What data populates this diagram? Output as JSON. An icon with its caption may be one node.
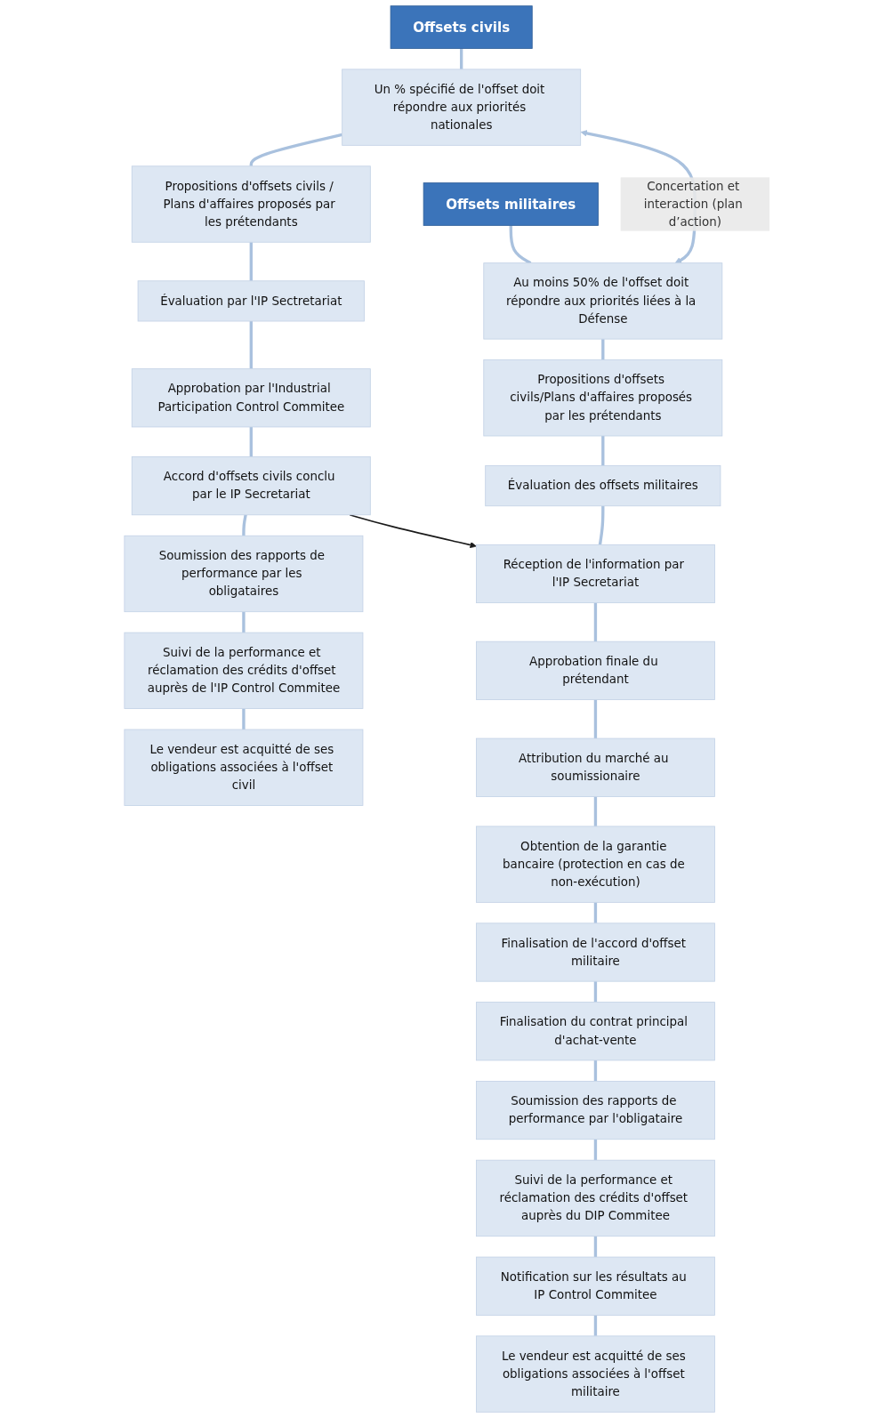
{
  "diagram": {
    "nodes": [
      {
        "text": [
          "Offsets civils"
        ]
      },
      {
        "text": [
          "Un % spécifié de l'offset doit répondre aux priorités nationales"
        ]
      },
      {
        "text": [
          "Propositions d'offsets civils / Plans d'affaires proposés par les prétendants"
        ]
      },
      {
        "text": [
          "Évaluation par l'IP Sectretariat"
        ]
      },
      {
        "text": [
          "Approbation par l'Industrial Participation Control Commitee"
        ]
      },
      {
        "text": [
          "Accord d'offsets civils conclu par le IP Secretariat"
        ]
      },
      {
        "text": [
          "Soumission des rapports de performance par les obligataires"
        ]
      },
      {
        "text": [
          "Suivi de la performance et réclamation des crédits d'offset auprès de l'IP Control Commitee"
        ]
      },
      {
        "text": [
          "Le vendeur est acquitté de ses obligations associées à l'offset civil"
        ]
      },
      {
        "text": [
          "Offsets militaires"
        ]
      },
      {
        "text": [
          "Au moins 50% de l'offset doit répondre aux priorités liées à la Défense"
        ]
      },
      {
        "text": [
          "Propositions d'offsets civils/Plans d'affaires proposés par les prétendants"
        ]
      },
      {
        "text": [
          "Évaluation des offsets militaires"
        ]
      },
      {
        "text": [
          "Réception de l'information par l'IP Secretariat"
        ]
      },
      {
        "text": [
          "Approbation finale du prétendant"
        ]
      },
      {
        "text": [
          "Attribution du marché au soumissionaire"
        ]
      },
      {
        "text": [
          "Obtention de la garantie bancaire (protection en cas de non-exécution)"
        ]
      },
      {
        "text": [
          "Finalisation de l'accord d'offset militaire"
        ]
      },
      {
        "text": [
          "Finalisation du contrat principal d'achat-vente"
        ]
      },
      {
        "text": [
          "Soumission des rapports de performance par l'obligataire"
        ]
      },
      {
        "text": [
          "Suivi de la performance et réclamation des crédits d'offset auprès du DIP Commitee"
        ]
      },
      {
        "text": [
          "Notification sur les résultats au IP Control Commitee"
        ]
      },
      {
        "text": [
          "Le vendeur est acquitté de ses obligations associées à l'offset militaire"
        ]
      }
    ],
    "edges": [
      {
        "from": 0,
        "to": 1,
        "arrow": "none"
      },
      {
        "from": 1,
        "to": 2,
        "arrow": "none"
      },
      {
        "from": 2,
        "to": 3,
        "arrow": "none"
      },
      {
        "from": 3,
        "to": 4,
        "arrow": "none"
      },
      {
        "from": 4,
        "to": 5,
        "arrow": "none"
      },
      {
        "from": 5,
        "to": 6,
        "arrow": "none"
      },
      {
        "from": 6,
        "to": 7,
        "arrow": "none"
      },
      {
        "from": 7,
        "to": 8,
        "arrow": "none"
      },
      {
        "from": 9,
        "to": 10,
        "arrow": "none"
      },
      {
        "from": 10,
        "to": 11,
        "arrow": "none"
      },
      {
        "from": 11,
        "to": 12,
        "arrow": "none"
      },
      {
        "from": 12,
        "to": 13,
        "arrow": "none"
      },
      {
        "from": 13,
        "to": 14,
        "arrow": "none"
      },
      {
        "from": 14,
        "to": 15,
        "arrow": "none"
      },
      {
        "from": 15,
        "to": 16,
        "arrow": "none"
      },
      {
        "from": 16,
        "to": 17,
        "arrow": "none"
      },
      {
        "from": 17,
        "to": 18,
        "arrow": "none"
      },
      {
        "from": 18,
        "to": 19,
        "arrow": "none"
      },
      {
        "from": 19,
        "to": 20,
        "arrow": "none"
      },
      {
        "from": 20,
        "to": 21,
        "arrow": "none"
      },
      {
        "from": 21,
        "to": 22,
        "arrow": "none"
      },
      {
        "from": 1,
        "to": 10,
        "arrow": "both",
        "label": "Concertation et interaction (plan d’action)"
      },
      {
        "from": 5,
        "to": 13,
        "arrow": "to",
        "color": "#1a1a1a"
      }
    ]
  }
}
